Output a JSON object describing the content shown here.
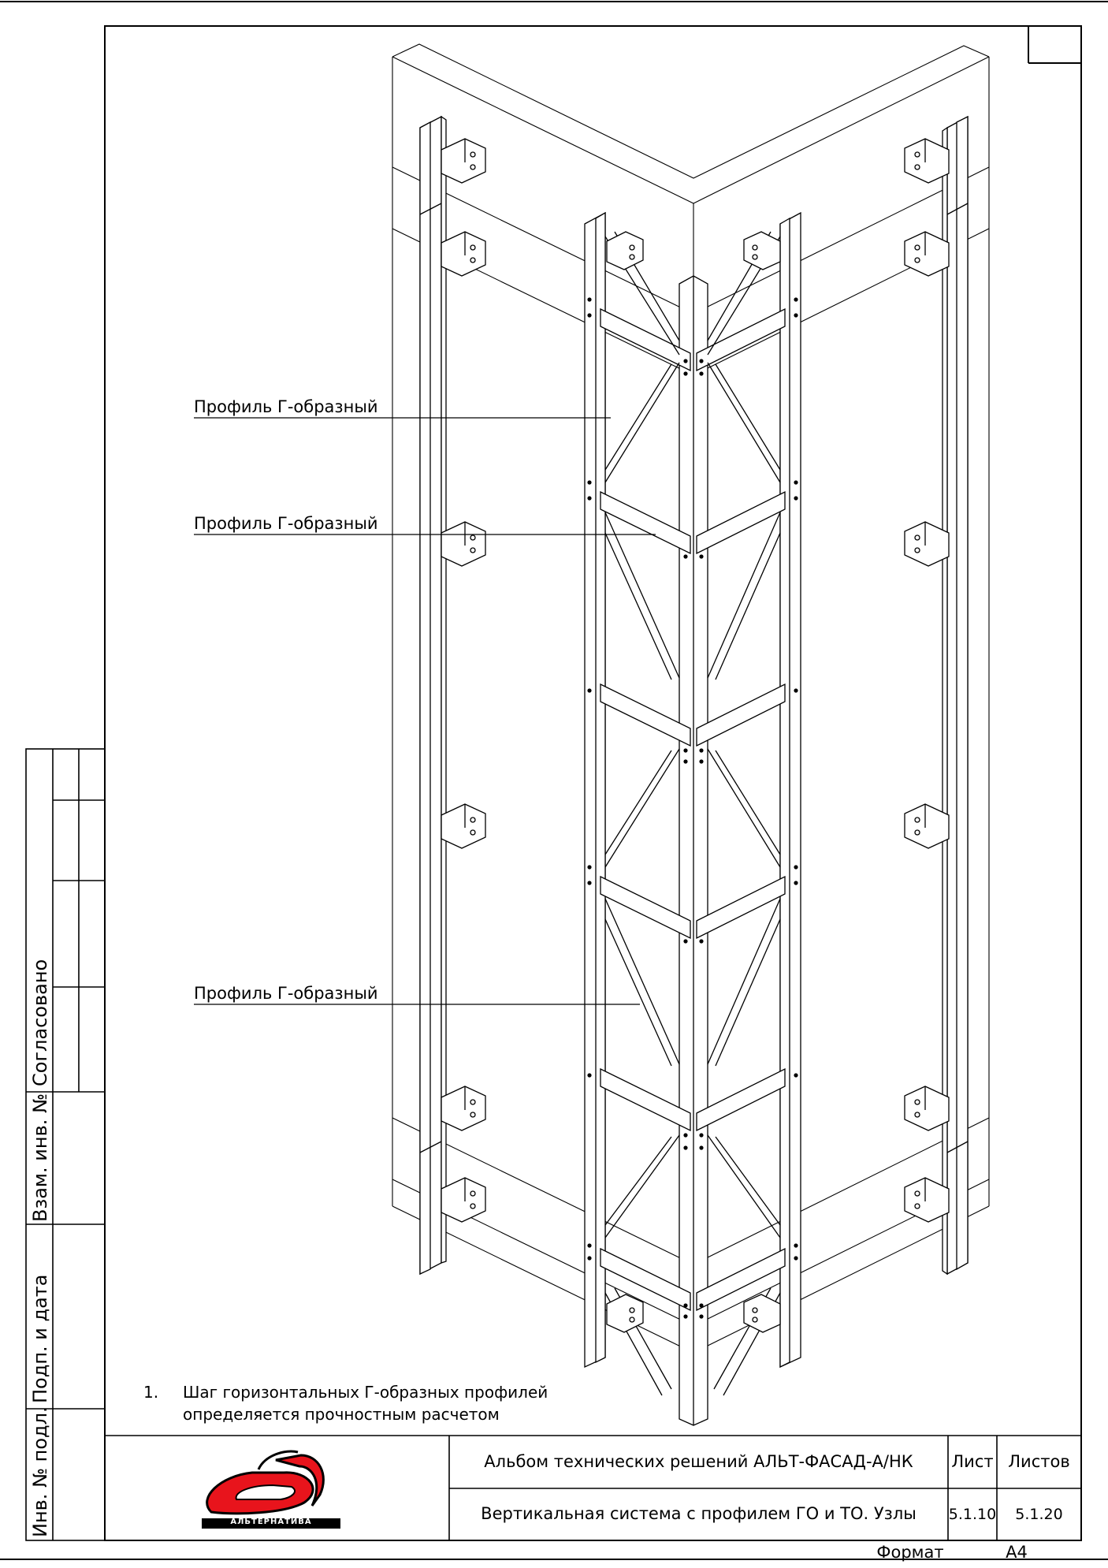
{
  "drawing": {
    "callouts": [
      {
        "text": "Профиль Г-образный"
      },
      {
        "text": "Профиль Г-образный"
      },
      {
        "text": "Профиль Г-образный"
      }
    ],
    "note": {
      "number": "1.",
      "line1": "Шаг горизонтальных Г-образных профилей",
      "line2": "определяется прочностным расчетом"
    }
  },
  "side_stamp": {
    "agreed": "Согласовано",
    "inv_replace": "Взам. инв. №",
    "sign_date": "Подп. и дата",
    "inv_orig": "Инв. № подл."
  },
  "title_block": {
    "logo_text": "АЛЬТЕРНАТИВА",
    "album": "Альбом технических решений АЛЬТ-ФАСАД-А/НК",
    "subtitle": "Вертикальная система с профилем ГО и ТО. Узлы",
    "sheet_label": "Лист",
    "sheets_label": "Листов",
    "sheet_value": "5.1.10",
    "sheets_value": "5.1.20",
    "format_label": "Формат",
    "format_value": "А4"
  },
  "colors": {
    "line": "#000000",
    "logo_red": "#e8141c"
  }
}
